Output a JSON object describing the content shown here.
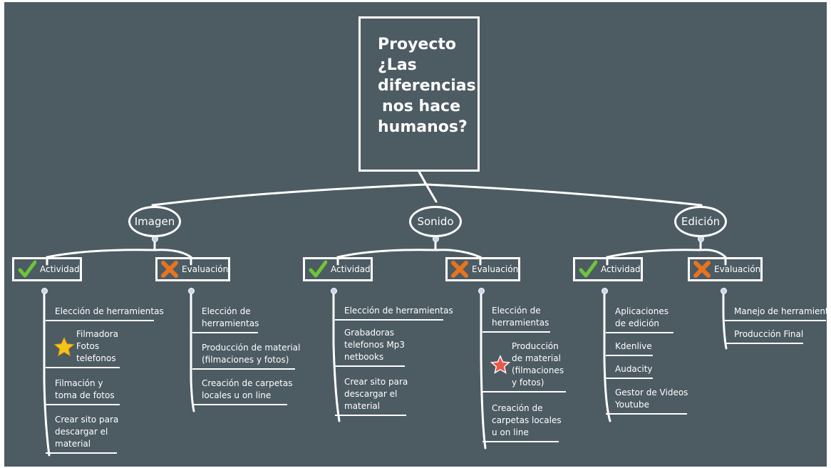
{
  "root": {
    "lines": [
      "Proyecto",
      "¿Las",
      "diferencias",
      "nos hace",
      "humanos?"
    ]
  },
  "branches": {
    "imagen": {
      "label": "Imagen",
      "actividad": {
        "label": "Actividad",
        "icon": "check-icon",
        "items": [
          [
            "Elección de herramientas"
          ],
          [
            "Filmadora",
            "Fotos",
            "telefonos"
          ],
          [
            "Filmación y",
            "toma de fotos"
          ],
          [
            "Crear sito para",
            "descargar el",
            "material"
          ]
        ]
      },
      "evaluacion": {
        "label": "Evaluación",
        "icon": "x-icon",
        "items": [
          [
            "Elección de",
            "herramientas"
          ],
          [
            "Producción de material",
            "(filmaciones y fotos)"
          ],
          [
            "Creación de carpetas",
            "locales u on line"
          ]
        ]
      }
    },
    "sonido": {
      "label": "Sonido",
      "actividad": {
        "label": "Actividad",
        "icon": "check-icon",
        "items": [
          [
            "Elección de herramientas"
          ],
          [
            "Grabadoras",
            "telefonos Mp3",
            "netbooks"
          ],
          [
            "Crear sito para",
            "descargar el",
            "material"
          ]
        ]
      },
      "evaluacion": {
        "label": "Evaluación",
        "icon": "x-icon",
        "items": [
          [
            "Elección de",
            "herramientas"
          ],
          [
            "Producción",
            "de material",
            "(filmaciones",
            "y fotos)"
          ],
          [
            "Creación de",
            "carpetas locales",
            "u on line"
          ]
        ]
      }
    },
    "edicion": {
      "label": "Edición",
      "actividad": {
        "label": "Actividad",
        "icon": "check-icon",
        "items": [
          [
            "Aplicaciones",
            "de edición"
          ],
          [
            "Kdenlive"
          ],
          [
            "Audacity"
          ],
          [
            "Gestor de Videos",
            "Youtube"
          ]
        ]
      },
      "evaluacion": {
        "label": "Evaluación",
        "icon": "x-icon",
        "items": [
          [
            "Manejo de herramienta"
          ],
          [
            "Producción Final"
          ]
        ]
      }
    }
  },
  "colors": {
    "background": "#4d5b63",
    "lines": "#ffffff",
    "check": "#6fc43a",
    "cross": "#e8741e",
    "star_gold": "#f6c419",
    "star_red": "#e8584c",
    "knob": "#c9d6e8"
  }
}
